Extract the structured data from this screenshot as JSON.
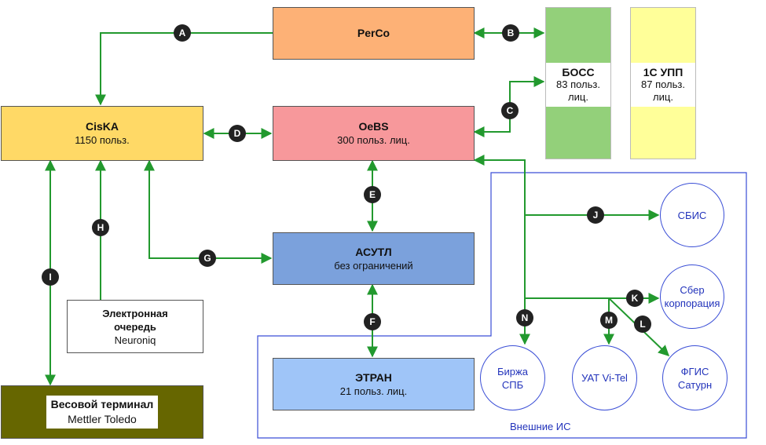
{
  "nodes": {
    "perco": {
      "title": "PerCo",
      "subtitle": ""
    },
    "ciska": {
      "title": "CisKA",
      "subtitle": "1150 польз."
    },
    "oebs": {
      "title": "OeBS",
      "subtitle": "300 польз. лиц."
    },
    "asutl": {
      "title": "АСУТЛ",
      "subtitle": "без ограничений"
    },
    "etran": {
      "title": "ЭТРАН",
      "subtitle": "21 польз. лиц."
    },
    "queue": {
      "title": "Электронная очередь",
      "subtitle": "Neuroniq"
    },
    "scale": {
      "title": "Весовой терминал",
      "subtitle": "Mettler Toledo"
    },
    "boss": {
      "title": "БОСС",
      "subtitle": "83 польз. лиц."
    },
    "upp": {
      "title": "1С УПП",
      "subtitle": "87 польз. лиц."
    }
  },
  "external": {
    "label": "Внешние ИС",
    "sbis": "СБИС",
    "sber": "Сбер корпорация",
    "birzha": "Биржа СПБ",
    "uat": "УАТ Vi-Tel",
    "fgis": "ФГИС Сатурн"
  },
  "edges": {
    "A": "A",
    "B": "B",
    "C": "C",
    "D": "D",
    "E": "E",
    "F": "F",
    "G": "G",
    "H": "H",
    "I": "I",
    "J": "J",
    "K": "K",
    "L": "L",
    "M": "M",
    "N": "N"
  },
  "colors": {
    "line": "#22992e",
    "perco": "#fdb176",
    "ciska": "#ffd966",
    "oebs": "#f7989b",
    "asutl": "#7ba1dc",
    "etran": "#9fc5f8",
    "scale": "#666600",
    "boss": "#93d07a",
    "upp": "#ffff99",
    "external": "#3a4ed6"
  }
}
